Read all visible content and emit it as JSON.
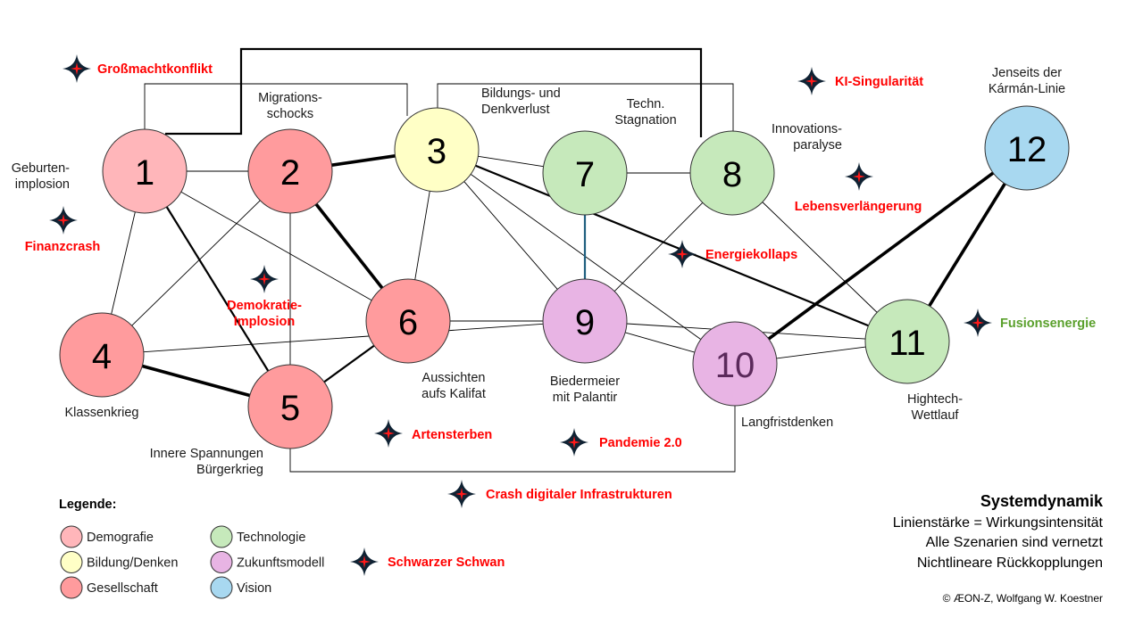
{
  "nodes": [
    {
      "id": 1,
      "number": "1",
      "category": "Demografie",
      "label": [
        "Geburten-",
        "implosion"
      ]
    },
    {
      "id": 2,
      "number": "2",
      "category": "Gesellschaft",
      "label": [
        "Migrations-",
        "schocks"
      ]
    },
    {
      "id": 3,
      "number": "3",
      "category": "Bildung/Denken",
      "label": [
        "Bildungs- und",
        "Denkverlust"
      ]
    },
    {
      "id": 4,
      "number": "4",
      "category": "Gesellschaft",
      "label": [
        "Klassenkrieg"
      ]
    },
    {
      "id": 5,
      "number": "5",
      "category": "Gesellschaft",
      "label": [
        "Innere Spannungen",
        "Bürgerkrieg"
      ]
    },
    {
      "id": 6,
      "number": "6",
      "category": "Gesellschaft",
      "label": [
        "Aussichten",
        "aufs Kalifat"
      ]
    },
    {
      "id": 7,
      "number": "7",
      "category": "Technologie",
      "label": [
        "Techn.",
        "Stagnation"
      ]
    },
    {
      "id": 8,
      "number": "8",
      "category": "Technologie",
      "label": [
        "Innovations-",
        "paralyse"
      ]
    },
    {
      "id": 9,
      "number": "9",
      "category": "Zukunftsmodell",
      "label": [
        "Biedermeier",
        "mit Palantir"
      ]
    },
    {
      "id": 10,
      "number": "10",
      "category": "Zukunftsmodell",
      "label": [
        "Langfristdenken"
      ]
    },
    {
      "id": 11,
      "number": "11",
      "category": "Technologie",
      "label": [
        "Hightech-",
        "Wettlauf"
      ]
    },
    {
      "id": 12,
      "number": "12",
      "category": "Vision",
      "label": [
        "Jenseits der",
        "Kármán-Linie"
      ]
    }
  ],
  "edges": [
    {
      "from": 1,
      "to": 2,
      "intensity": "thin"
    },
    {
      "from": 1,
      "to": 4,
      "intensity": "thin"
    },
    {
      "from": 1,
      "to": 5,
      "intensity": "medium"
    },
    {
      "from": 1,
      "to": 6,
      "intensity": "thin"
    },
    {
      "from": 1,
      "to": 8,
      "intensity": "medium",
      "routed": "top-loop"
    },
    {
      "from": 1,
      "to": 3,
      "intensity": "thin",
      "routed": "top-loop"
    },
    {
      "from": 2,
      "to": 3,
      "intensity": "thick"
    },
    {
      "from": 2,
      "to": 4,
      "intensity": "thin"
    },
    {
      "from": 2,
      "to": 5,
      "intensity": "thin"
    },
    {
      "from": 2,
      "to": 6,
      "intensity": "thick"
    },
    {
      "from": 3,
      "to": 6,
      "intensity": "thin"
    },
    {
      "from": 3,
      "to": 7,
      "intensity": "thin"
    },
    {
      "from": 3,
      "to": 8,
      "intensity": "thin",
      "routed": "top-loop"
    },
    {
      "from": 3,
      "to": 9,
      "intensity": "thin"
    },
    {
      "from": 3,
      "to": 10,
      "intensity": "thin"
    },
    {
      "from": 3,
      "to": 11,
      "intensity": "medium"
    },
    {
      "from": 4,
      "to": 5,
      "intensity": "thick"
    },
    {
      "from": 4,
      "to": 9,
      "intensity": "thin"
    },
    {
      "from": 5,
      "to": 6,
      "intensity": "medium"
    },
    {
      "from": 5,
      "to": 10,
      "intensity": "thin",
      "routed": "bottom-loop"
    },
    {
      "from": 6,
      "to": 9,
      "intensity": "thin"
    },
    {
      "from": 7,
      "to": 8,
      "intensity": "thin"
    },
    {
      "from": 7,
      "to": 9,
      "intensity": "medium",
      "color": "#1f5f7f"
    },
    {
      "from": 8,
      "to": 9,
      "intensity": "thin"
    },
    {
      "from": 8,
      "to": 11,
      "intensity": "thin"
    },
    {
      "from": 9,
      "to": 10,
      "intensity": "thin"
    },
    {
      "from": 9,
      "to": 11,
      "intensity": "thin"
    },
    {
      "from": 10,
      "to": 11,
      "intensity": "thin"
    },
    {
      "from": 10,
      "to": 12,
      "intensity": "thick"
    },
    {
      "from": 11,
      "to": 12,
      "intensity": "thick"
    }
  ],
  "black_swans": [
    {
      "label": [
        "Großmachtkonflikt"
      ],
      "color": "#ff0000"
    },
    {
      "label": [
        "KI-Singularität"
      ],
      "color": "#ff0000"
    },
    {
      "label": [
        "Lebensverlängerung"
      ],
      "color": "#ff0000"
    },
    {
      "label": [
        "Finanzcrash"
      ],
      "color": "#ff0000"
    },
    {
      "label": [
        "Demokratie-",
        "Implosion"
      ],
      "color": "#ff0000"
    },
    {
      "label": [
        "Energiekollaps"
      ],
      "color": "#ff0000"
    },
    {
      "label": [
        "Fusionsenergie"
      ],
      "color": "#5aa02c"
    },
    {
      "label": [
        "Artensterben"
      ],
      "color": "#ff0000"
    },
    {
      "label": [
        "Pandemie 2.0"
      ],
      "color": "#ff0000"
    },
    {
      "label": [
        "Crash digitaler Infrastrukturen"
      ],
      "color": "#ff0000"
    }
  ],
  "legend": {
    "title": "Legende:",
    "items": [
      {
        "label": "Demografie",
        "color": "#ffb6ba"
      },
      {
        "label": "Bildung/Denken",
        "color": "#ffffc6"
      },
      {
        "label": "Gesellschaft",
        "color": "#ff9b9d"
      },
      {
        "label": "Technologie",
        "color": "#c6e9bb"
      },
      {
        "label": "Zukunftsmodell",
        "color": "#e8b4e4"
      },
      {
        "label": "Vision",
        "color": "#a8d8f0"
      }
    ],
    "swan_label": "Schwarzer Schwan"
  },
  "info": {
    "title": "Systemdynamik",
    "lines": [
      "Linienstärke = Wirkungsintensität",
      "Alle Szenarien sind vernetzt",
      "Nichtlineare Rückkopplungen"
    ],
    "copyright": "© ÆON-Z, Wolfgang W. Koestner"
  },
  "colors": {
    "Demografie": "#ffb6ba",
    "Bildung/Denken": "#ffffc6",
    "Gesellschaft": "#ff9b9d",
    "Technologie": "#c6e9bb",
    "Zukunftsmodell": "#e8b4e4",
    "Vision": "#a8d8f0",
    "swan_red": "#ff0000",
    "swan_green": "#5aa02c",
    "node10_text": "#5b2a5b"
  }
}
